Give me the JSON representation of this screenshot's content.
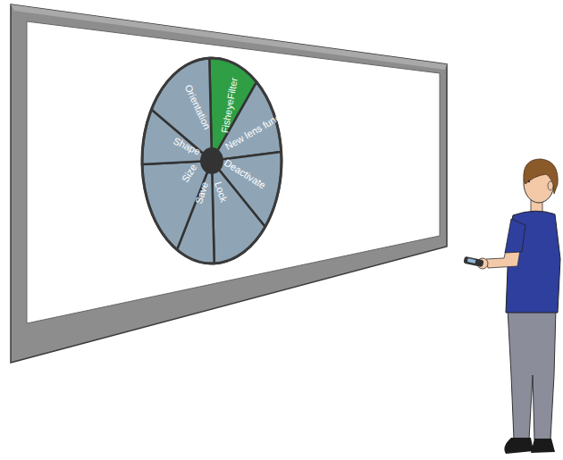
{
  "diagram": {
    "nodes": [
      {
        "text": [
          "FisheyeFilter"
        ]
      },
      {
        "text": [
          "New lens func"
        ]
      },
      {
        "text": [
          "Deactivate"
        ]
      },
      {
        "text": [
          "Lock"
        ]
      },
      {
        "text": [
          "Save"
        ]
      },
      {
        "text": [
          "Size"
        ]
      },
      {
        "text": [
          "Shape"
        ]
      },
      {
        "text": [
          "Orientation"
        ]
      }
    ]
  }
}
